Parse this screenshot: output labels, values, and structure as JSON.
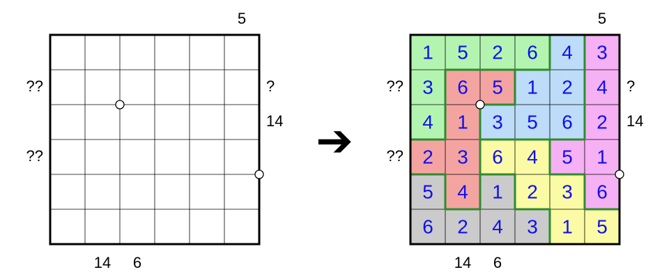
{
  "colors": {
    "thin_line": "#000000",
    "frame": "#000000",
    "region_border": "#2e8b2e",
    "digit": "#1010ee",
    "clue": "#000000",
    "dot_fill": "#ffffff",
    "arrow": "#000000",
    "regions": {
      "green": "#b3f5b0",
      "red": "#f4a4a0",
      "blue": "#bcdcf8",
      "pink": "#f6b0f4",
      "yellow": "#fafba4",
      "gray": "#cbcbcb"
    }
  },
  "arrow_glyph": "➔",
  "puzzle": {
    "top_clues": [
      "",
      "",
      "",
      "",
      "",
      "5"
    ],
    "bottom_clues": [
      "",
      "14",
      "6",
      "",
      "",
      ""
    ],
    "left_clues": [
      "",
      "??",
      "",
      "??",
      "",
      ""
    ],
    "right_clues": [
      "",
      "?",
      "14",
      "",
      "",
      ""
    ]
  },
  "solution": {
    "top_clues": [
      "",
      "",
      "",
      "",
      "",
      "5"
    ],
    "bottom_clues": [
      "",
      "14",
      "6",
      "",
      "",
      ""
    ],
    "left_clues": [
      "",
      "??",
      "",
      "??",
      "",
      ""
    ],
    "right_clues": [
      "",
      "?",
      "14",
      "",
      "",
      ""
    ],
    "digits": [
      [
        "1",
        "5",
        "2",
        "6",
        "4",
        "3"
      ],
      [
        "3",
        "6",
        "5",
        "1",
        "2",
        "4"
      ],
      [
        "4",
        "1",
        "3",
        "5",
        "6",
        "2"
      ],
      [
        "2",
        "3",
        "6",
        "4",
        "5",
        "1"
      ],
      [
        "5",
        "4",
        "1",
        "2",
        "3",
        "6"
      ],
      [
        "6",
        "2",
        "4",
        "3",
        "1",
        "5"
      ]
    ],
    "regions": [
      [
        "green",
        "green",
        "green",
        "green",
        "blue",
        "pink"
      ],
      [
        "green",
        "red",
        "red",
        "blue",
        "blue",
        "pink"
      ],
      [
        "green",
        "red",
        "blue",
        "blue",
        "blue",
        "pink"
      ],
      [
        "red",
        "red",
        "yellow",
        "yellow",
        "pink",
        "pink"
      ],
      [
        "gray",
        "red",
        "gray",
        "yellow",
        "yellow",
        "pink"
      ],
      [
        "gray",
        "gray",
        "gray",
        "gray",
        "yellow",
        "yellow"
      ]
    ]
  }
}
